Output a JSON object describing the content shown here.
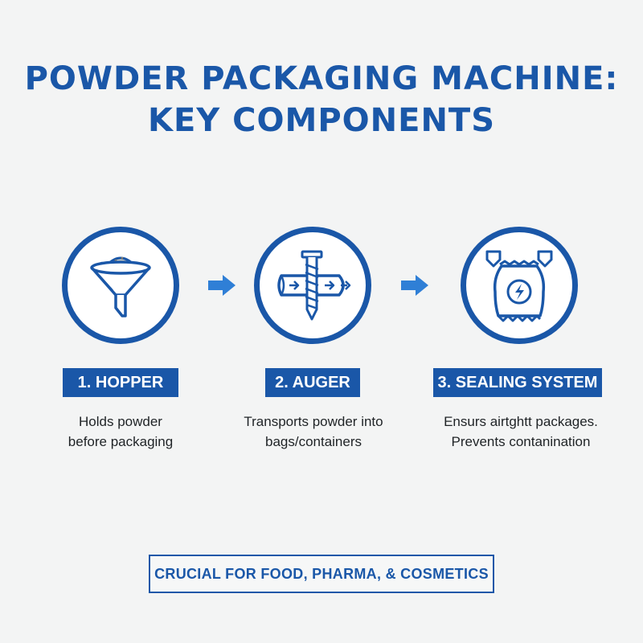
{
  "title": {
    "line1": "POWDER PACKAGING MACHINE:",
    "line2": "KEY COMPONENTS"
  },
  "steps": [
    {
      "label": "1. HOPPER",
      "desc_line1": "Holds powder",
      "desc_line2": "before packaging",
      "icon": "funnel-icon"
    },
    {
      "label": "2. AUGER",
      "desc_line1": "Transports powder into",
      "desc_line2": "bags/containers",
      "icon": "auger-screw-icon"
    },
    {
      "label": "3. SEALING SYSTEM",
      "desc_line1": "Ensurs airtghtt packages.",
      "desc_line2": "Prevents contanination",
      "icon": "sealed-bag-icon"
    }
  ],
  "footer": "CRUCIAL FOR FOOD, PHARMA, & COSMETICS",
  "colors": {
    "primary": "#1a57a8",
    "arrow": "#2f7fd6",
    "background": "#f3f4f4",
    "text": "#1f2326"
  }
}
